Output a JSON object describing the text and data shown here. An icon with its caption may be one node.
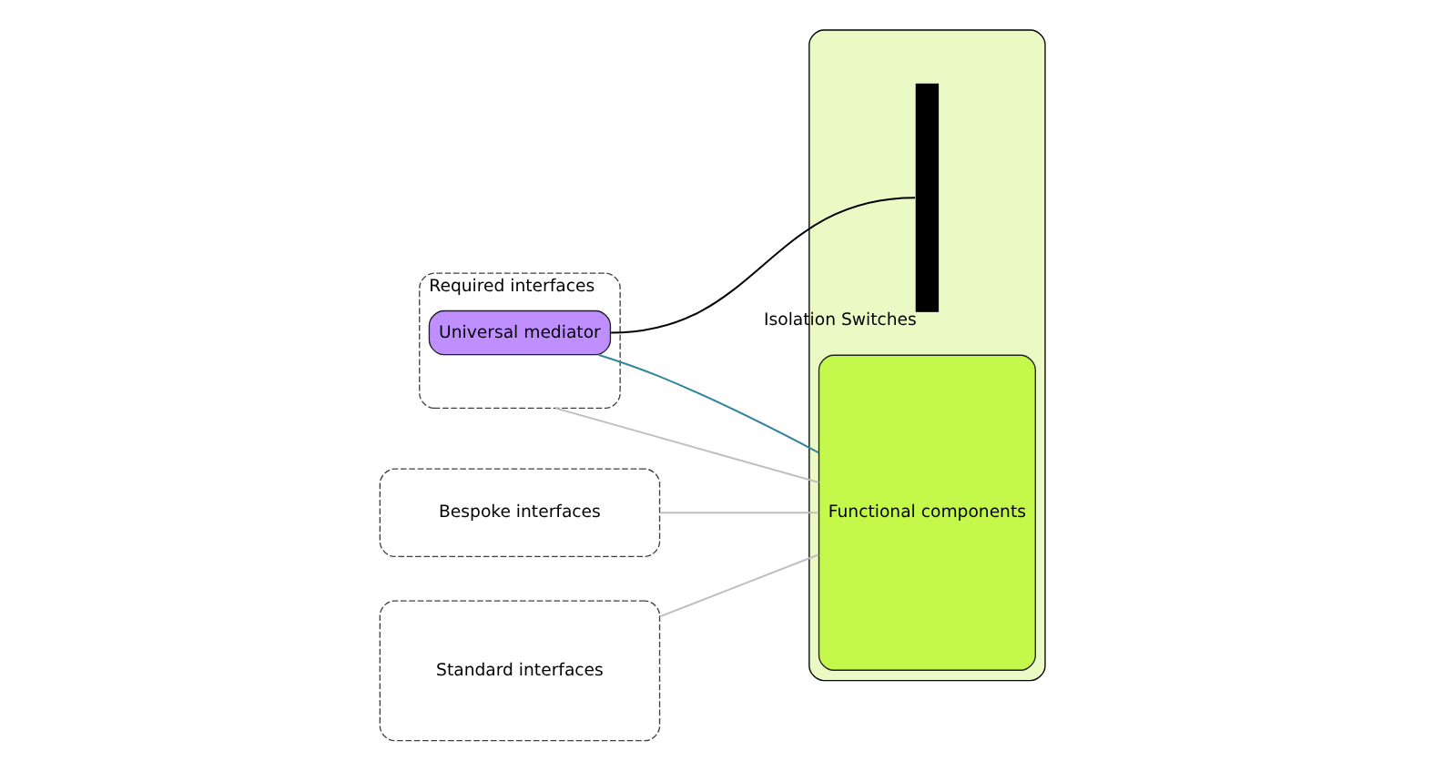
{
  "diagram": {
    "nodes": [
      {
        "text": [],
        "shape": "box"
      },
      {
        "text": [
          "Required interfaces"
        ]
      },
      {
        "text": [
          "Universal mediator"
        ],
        "in": 1
      },
      {
        "text": [
          "Standard interfaces"
        ]
      },
      {
        "text": [
          "Bespoke interfaces"
        ]
      },
      {
        "text": [],
        "shape": "bar",
        "beside": [
          "Isolation Switches"
        ],
        "in": 0
      },
      {
        "text": [
          "Functional components"
        ],
        "in": 0
      }
    ],
    "edges": [
      {
        "from": 1,
        "to": 6,
        "arrow": "none"
      },
      {
        "from": 2,
        "to": 6,
        "arrow": "none",
        "color": "#31859c"
      },
      {
        "from": 2,
        "to": 5,
        "arrow": "none",
        "color": "#000000"
      },
      {
        "from": 3,
        "to": 6,
        "arrow": "none"
      },
      {
        "from": 4,
        "to": 6,
        "arrow": "none"
      }
    ]
  }
}
